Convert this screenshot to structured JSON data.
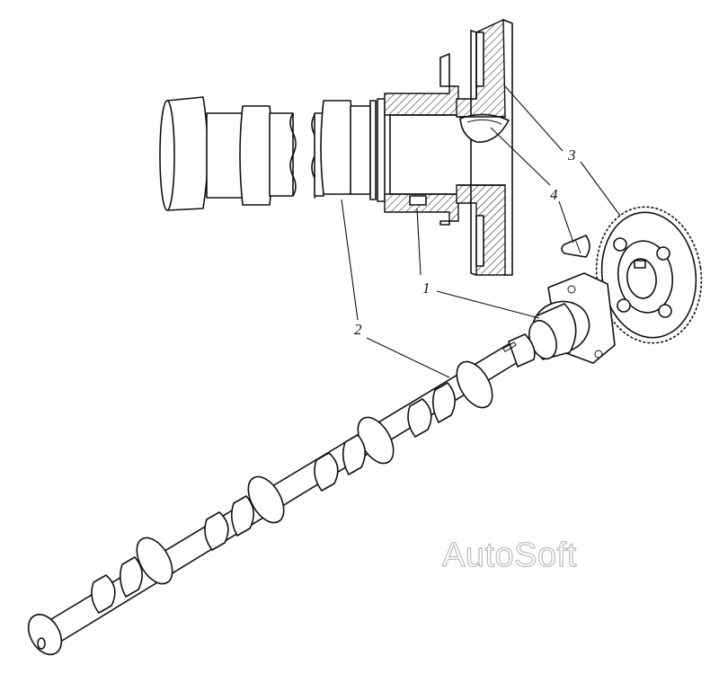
{
  "diagram": {
    "callouts": [
      {
        "id": "1",
        "text": "1"
      },
      {
        "id": "2",
        "text": "2"
      },
      {
        "id": "3",
        "text": "3"
      },
      {
        "id": "4",
        "text": "4"
      }
    ],
    "watermark": "AutoSoft"
  },
  "colors": {
    "line": "#111111",
    "background": "#ffffff",
    "watermark_outline": "#bdbdbd"
  }
}
